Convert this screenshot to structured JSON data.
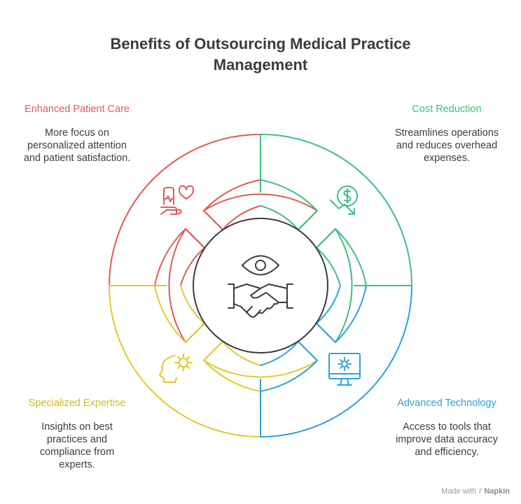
{
  "title": {
    "line1": "Benefits of Outsourcing Medical Practice",
    "line2": "Management"
  },
  "colors": {
    "red": "#e05a5a",
    "green": "#3cc07f",
    "blue": "#2aa3d8",
    "yellow": "#e2c92d",
    "center": "#3c3c3c"
  },
  "segments": {
    "top_left": {
      "heading": "Enhanced Patient Care",
      "description": "More focus on\npersonalized attention\nand patient satisfaction.",
      "icon": "hand-heart-icon"
    },
    "top_right": {
      "heading": "Cost Reduction",
      "description": "Streamlines operations\nand reduces overhead\nexpenses.",
      "icon": "dollar-down-icon"
    },
    "bottom_left": {
      "heading": "Specialized Expertise",
      "description": "Insights on best\npractices and\ncompliance from\nexperts.",
      "icon": "head-gear-icon"
    },
    "bottom_right": {
      "heading": "Advanced Technology",
      "description": "Access to tools that\nimprove data accuracy\nand efficiency.",
      "icon": "monitor-gear-icon"
    }
  },
  "center_icons": [
    "eye-icon",
    "handshake-icon"
  ],
  "footer": {
    "prefix": "Made with",
    "brand": "Napkin"
  }
}
